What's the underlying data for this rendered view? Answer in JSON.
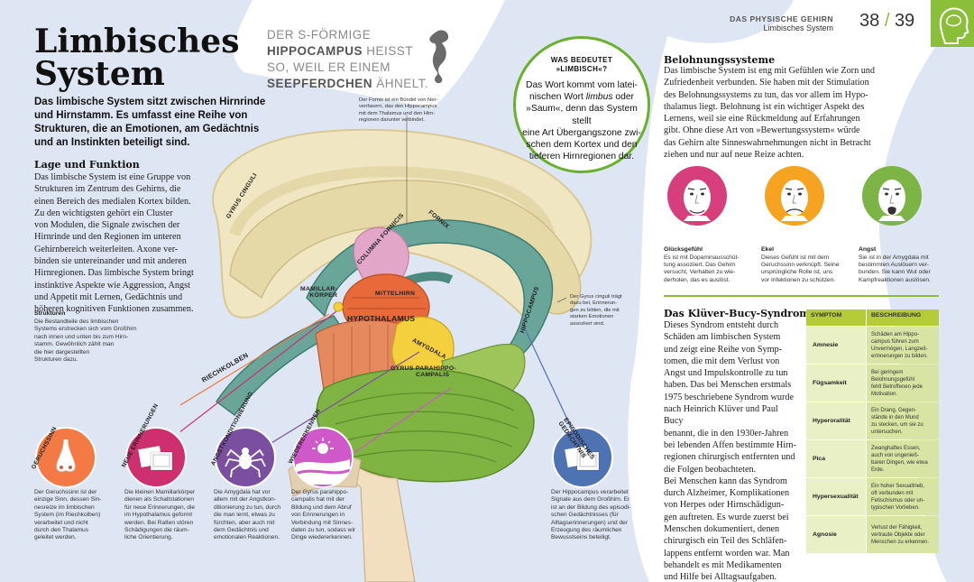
{
  "colors": {
    "accent_green": "#6ab02f",
    "page_blue": "#dfe6f3",
    "smell": "#f37a45",
    "memories": "#ce2f6e",
    "fear": "#7a4fa0",
    "recognize": "#cf59c8",
    "episodic": "#4f72b3",
    "happy": "#d63f7c",
    "disgust": "#f6a321",
    "fear_face": "#7cb546"
  },
  "header": {
    "section": "DAS PHYSISCHE GEHIRN",
    "subsection": "Limbisches System",
    "page_left": "38",
    "page_separator": "/",
    "page_right": "39",
    "corner_icon": "head-icon"
  },
  "title": {
    "line1": "Limbisches",
    "line2": "System"
  },
  "intro": "Das limbische System sitzt zwischen Hirnrinde und Hirnstamm. Es umfasst eine Reihe von Strukturen, die an Emotionen, am Gedächtnis und an Instinkten beteiligt sind.",
  "quote": {
    "l1": "DER S-FÖRMIGE",
    "l2": "HIPPOCAMPUS",
    "l2b": " HEISST",
    "l3": "SO, WEIL ER EINEM",
    "l4": "SEEPFERDCHEN",
    "l4b": " ÄHNELT.",
    "icon": "seahorse-icon"
  },
  "lage": {
    "heading": "Lage und Funktion",
    "lines": [
      "Das limbische System ist eine Gruppe von",
      "Strukturen im Zentrum des Gehirns, die",
      "einen Bereich des medialen Kortex bilden.",
      "Zu den wichtigsten gehört ein Cluster",
      "von Modulen, die Signale zwischen der",
      "Hirnrinde und den Regionen im unteren",
      "Gehirnbereich weiterleiten. Axone ver-",
      "binden sie untereinander und mit anderen",
      "Hirnregionen. Das limbische System bringt",
      "instinktive Aspekte wie Aggression, Angst",
      "und Appetit mit Lernen, Gedächtnis und",
      "höheren kognitiven Funktionen zusammen."
    ]
  },
  "strukturen": {
    "heading": "Strukturen",
    "lines": [
      "Die Bestandteile des limbischen",
      "Systems erstrecken sich vom Großhirn",
      "nach innen und unten bis zum Hirn-",
      "stamm. Gewöhnlich zählt man",
      "die hier dargestellten",
      "Strukturen dazu."
    ]
  },
  "fornix_note": [
    "Der Fornix ist ein Bündel von Ner-",
    "venfasern, das den Hippocampus",
    "mit dem Thalamus und den Hirn-",
    "regionen darunter verbindet."
  ],
  "gyrus_note": [
    "Der Gyrus cinguli trägt",
    "dazu bei, Erinnerun-",
    "gen zu bilden, die mit",
    "starken Emotionen",
    "assoziiert sind."
  ],
  "brain_labels": {
    "gyrus_cinguli": "GYRUS CINGULI",
    "fornix": "FORNIX",
    "columna": "COLUMNA FORNICIS",
    "mamillar1": "MAMILLAR-",
    "mamillar2": "KÖRPER",
    "mittelhirn": "MITTELHIRN",
    "hypothalamus": "HYPOTHALAMUS",
    "amygdala": "AMYGDALA",
    "gyrus_para1": "GYRUS PARAHIPPO-",
    "gyrus_para2": "CAMPALIS",
    "riechkolben": "RIECHKOLBEN",
    "hippocampus": "HIPPOCAMPUS"
  },
  "callout": {
    "title1": "WAS BEDEUTET",
    "title2": "»LIMBISCH«?",
    "lines": [
      "Das Wort kommt vom latei-",
      "nischen Wort limbus oder",
      "»Saum«, denn das System stellt",
      "eine Art Übergangszone zwi-",
      "schen dem Kortex und den",
      "tieferen Hirnregionen dar."
    ]
  },
  "belohnung": {
    "heading": "Belohnungssysteme",
    "lines": [
      "Das limbische System ist eng mit Gefühlen wie Zorn und",
      "Zufriedenheit verbunden. Sie haben mit der Stimulation",
      "des Belohnungssystems zu tun, das vor allem im Hypo-",
      "thalamus liegt. Belohnung ist ein wichtiger Aspekt des",
      "Lernens, weil sie eine Rückmeldung auf Erfahrungen",
      "gibt. Ohne diese Art von »Bewertungssystem« würde",
      "das Gehirn alte Sinneswahrnehmungen nicht in Betracht",
      "ziehen und nur auf neue Reize achten."
    ],
    "faces": [
      {
        "title": "Glücksgefühl",
        "icon": "happy-face-icon",
        "lines": [
          "Es ist mit Dopaminausschüt-",
          "tung assoziiert. Das Gehirn",
          "versucht, Verhalten zu wie-",
          "derholen, das es auslöst."
        ]
      },
      {
        "title": "Ekel",
        "icon": "disgust-face-icon",
        "lines": [
          "Dieses Gefühl ist mit dem",
          "Geruchssinn verknüpft. Seine",
          "ursprüngliche Rolle ist, uns",
          "vor Infektionen zu schützen."
        ]
      },
      {
        "title": "Angst",
        "icon": "fear-face-icon",
        "lines": [
          "Sie ist in der Amygdala mit",
          "bestimmten Auslösern ver-",
          "bunden. Sie kann Wut oder",
          "Kampfreaktionen auslösen."
        ]
      }
    ]
  },
  "kluever": {
    "heading": "Das Klüver-Bucy-Syndrom",
    "lines": [
      "Dieses Syndrom entsteht durch",
      "Schäden am limbischen System",
      "und zeigt eine Reihe von Symp-",
      "tomen, die mit dem Verlust von",
      "Angst und Impulskontrolle zu tun",
      "haben. Das bei Menschen erstmals",
      "1975 beschriebene Syndrom wurde",
      "nach Heinrich Klüver und Paul Bucy",
      "benannt, die in den 1930er-Jahren",
      "bei lebenden Affen bestimmte Hirn-",
      "regionen chirurgisch entfernten und",
      "die Folgen beobachteten.",
      "   Bei Menschen kann das Syndrom",
      "durch Alzheimer, Komplikationen",
      "von Herpes oder Hirnschädigun-",
      "gen auftreten. Es wurde zuerst bei",
      "Menschen dokumentiert, denen",
      "chirurgisch ein Teil des Schläfen-",
      "lappens entfernt worden war. Man",
      "behandelt es mit Medikamenten",
      "und Hilfe bei Alltagsaufgaben."
    ]
  },
  "table": {
    "col1": "SYMPTOM",
    "col2": "BESCHREIBUNG",
    "rows": [
      {
        "symptom": "Amnesie",
        "desc": [
          "Schäden am Hippo-",
          "campus führen zum",
          "Unvermögen, Langzeit-",
          "erinnerungen zu bilden."
        ]
      },
      {
        "symptom": "Fügsamkeit",
        "desc": [
          "Bei geringem",
          "Belohnungsgefühl",
          "fehlt Betroffenen jede",
          "Motivation."
        ]
      },
      {
        "symptom": "Hyperoralität",
        "desc": [
          "Ein Drang, Gegen-",
          "stände in den Mund",
          "zu stecken, um sie zu",
          "untersuchen."
        ]
      },
      {
        "symptom": "Pica",
        "desc": [
          "Zwanghaftes Essen,",
          "auch von ungenieß-",
          "baren Dingen, wie etwa",
          "Erde."
        ]
      },
      {
        "symptom": "Hypersexualität",
        "desc": [
          "Ein hoher Sexualtrieb,",
          "oft verbunden mit",
          "Fetischismus oder un-",
          "typischen Vorlieben."
        ]
      },
      {
        "symptom": "Agnosie",
        "desc": [
          "Verlust der Fähigkeit,",
          "vertraute Objekte oder",
          "Menschen zu erkennen."
        ]
      }
    ]
  },
  "functions": [
    {
      "label": "GERUCHSSINN",
      "icon": "nose-icon",
      "lines": [
        "Der Geruchssinn ist der",
        "einzige Sinn, dessen Sin-",
        "nesreize im limbischen",
        "System (im Riechkolben)",
        "verarbeitet und nicht",
        "durch den Thalamus",
        "geleitet werden."
      ]
    },
    {
      "label": "NEUE ERINNERUNGEN",
      "icon": "photos-icon",
      "lines": [
        "Die kleinen Mamillarkörper",
        "dienen als Schaltstationen",
        "für neue Erinnerungen, die",
        "im Hypothalamus geformt",
        "werden. Bei Ratten stören",
        "Schädigungen die räum-",
        "liche Orientierung."
      ]
    },
    {
      "label": "ANGSTKONDITIONIERUNG",
      "icon": "spider-icon",
      "lines": [
        "Die Amygdala hat vor",
        "allem mit der Angstkon-",
        "ditionierung zu tun, durch",
        "die man lernt, etwas zu",
        "fürchten, aber auch mit",
        "dem Gedächtnis und",
        "emotionalen Reaktionen."
      ]
    },
    {
      "label": "WIEDERERKENNEN",
      "icon": "landscape-icon",
      "lines": [
        "Der Gyrus parahippo-",
        "campalis hat mit der",
        "Bildung und dem Abruf",
        "von Erinnerungen in",
        "Verbindung mit Sinnes-",
        "daten zu tun, sodass wir",
        "Dinge wiedererkennen."
      ]
    },
    {
      "label": "EPISODISCHES GEDÄCHTNIS",
      "icon": "photos-icon",
      "lines": [
        "Der Hippocampus verarbeitet",
        "Signale aus dem Großhirn. Er",
        "ist an der Bildung des episodi-",
        "schen Gedächtnisses (für",
        "Alltagserinnerungen) und der",
        "Erzeugung des räumlichen",
        "Bewusstseins beteiligt."
      ]
    }
  ]
}
